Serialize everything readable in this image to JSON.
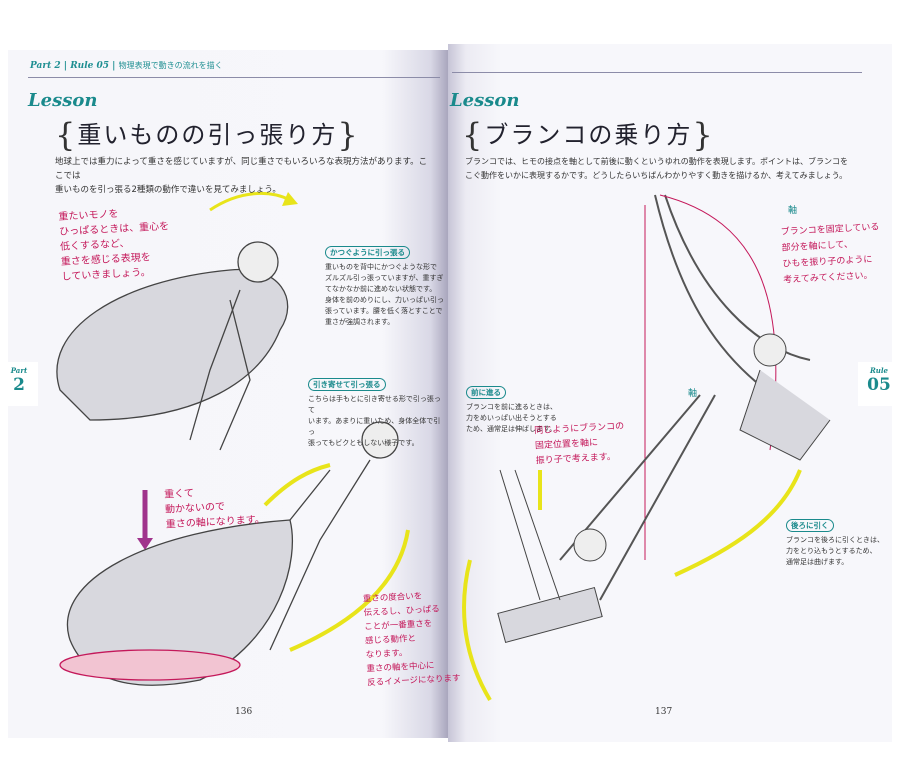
{
  "left_page": {
    "header": {
      "part": "Part 2",
      "rule": "Rule 05",
      "chapter": "物理表現で動きの流れを描く"
    },
    "lesson_label": "Lesson",
    "title": "重いものの引っ張り方",
    "intro": [
      "地球上では重力によって重さを感じていますが、同じ重さでもいろいろな表現方法があります。ここでは",
      "重いものを引っ張る2種類の動作で違いを見てみましょう。"
    ],
    "notes": [
      {
        "tag": "かつぐように引っ張る",
        "text": [
          "重いものを背中にかつぐような形で",
          "ズルズル引っ張っていますが、重すぎ",
          "てなかなか前に進めない状態です。",
          "身体を前のめりにし、力いっぱい引っ",
          "張っています。腰を低く落とすことで",
          "重さが強調されます。"
        ]
      },
      {
        "tag": "引き寄せて引っ張る",
        "text": [
          "こちらは手もとに引き寄せる形で引っ張って",
          "います。あまりに重いため、身体全体で引っ",
          "張ってもビクともしない様子です。"
        ]
      }
    ],
    "handwritten": [
      [
        "重たいモノを",
        "ひっぱるときは、重心を",
        "低くするなど、",
        "重さを感じる表現を",
        "していきましょう。"
      ],
      [
        "重くて",
        "動かないので",
        "重さの軸になります。"
      ],
      [
        "重さの度合いを",
        "伝えるし、ひっぱる",
        "ことが一番重さを",
        "感じる動作と",
        "なります。",
        "重さの軸を中心に",
        "反るイメージになります"
      ]
    ],
    "side_tab": {
      "label": "Part",
      "number": "2"
    },
    "page_number": "136"
  },
  "right_page": {
    "lesson_label": "Lesson",
    "title": "ブランコの乗り方",
    "intro": [
      "ブランコでは、ヒモの接点を軸として前後に動くというゆれの動作を表現します。ポイントは、ブランコを",
      "こぐ動作をいかに表現するかです。どうしたらいちばんわかりやすく動きを描けるか、考えてみましょう。"
    ],
    "notes": [
      {
        "tag": "前に進る",
        "text": [
          "ブランコを前に進るときは、",
          "力をめいっぱい出そうとする",
          "ため、通常足は伸ばします。"
        ]
      },
      {
        "tag": "後ろに引く",
        "text": [
          "ブランコを後ろに引くときは、",
          "力をとり込もうとするため、",
          "通常足は曲げます。"
        ]
      }
    ],
    "axis_labels": [
      "軸",
      "軸"
    ],
    "handwritten": [
      [
        "ブランコを固定している",
        "部分を軸にして、",
        "ひもを振り子のように",
        "考えてみてください。"
      ],
      [
        "同じようにブランコの",
        "固定位置を軸に",
        "振り子で考えます。"
      ]
    ],
    "side_tab": {
      "label": "Rule",
      "number": "05"
    },
    "page_number": "137"
  },
  "colors": {
    "accent_teal": "#1a8a8c",
    "handwriting_red": "#c4185a",
    "arrow_yellow": "#e8e41a",
    "arrow_purple": "#a0338c"
  }
}
